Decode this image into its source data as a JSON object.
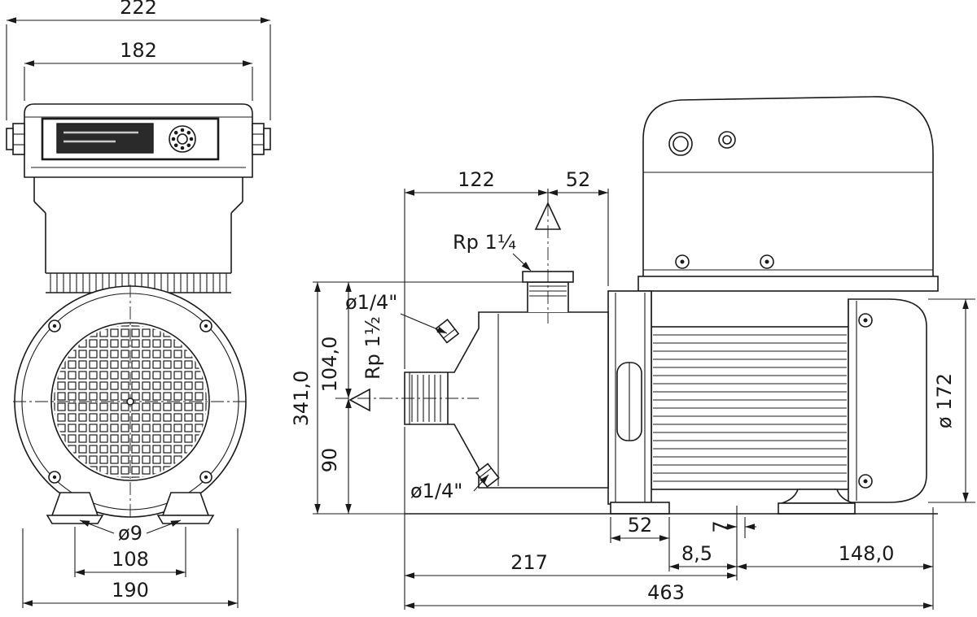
{
  "drawing": {
    "front": {
      "total_width": "222",
      "module_width": "182",
      "foot_hole": "ø9",
      "hole_spacing": "108",
      "base_width": "190"
    },
    "side": {
      "top_left_span": "122",
      "top_right_span": "52",
      "discharge_thread": "Rp 1¼",
      "plug_top": "ø1/4\"",
      "suction_thread": "Rp 1½",
      "height_total": "341,0",
      "height_center_to_top": "104,0",
      "height_center": "90",
      "fan_cover_dia": "ø 172",
      "plug_bottom": "ø1/4\"",
      "foot_width": "52",
      "foot_offset": "8,5",
      "foot_gap": "7",
      "length_pump": "217",
      "length_foot": "148,0",
      "length_total": "463"
    }
  }
}
